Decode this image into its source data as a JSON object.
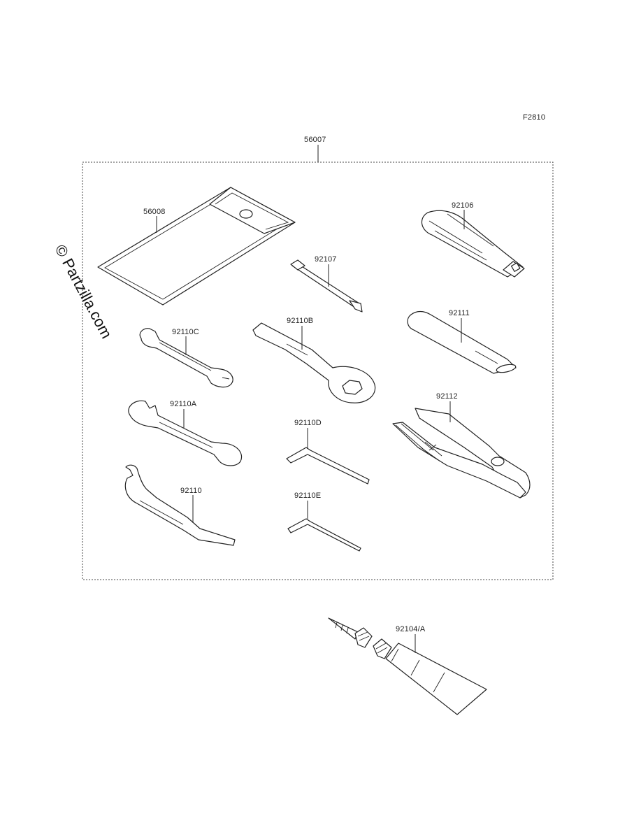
{
  "figure_code": "F2810",
  "watermark": "© Partzilla.com",
  "kit": {
    "part_number": "56007"
  },
  "parts": {
    "p56008": "56008",
    "p92106": "92106",
    "p92107": "92107",
    "p92111": "92111",
    "p92110C": "92110C",
    "p92110B": "92110B",
    "p92110A": "92110A",
    "p92110D": "92110D",
    "p92112": "92112",
    "p92110": "92110",
    "p92110E": "92110E",
    "p92104A": "92104/A"
  }
}
